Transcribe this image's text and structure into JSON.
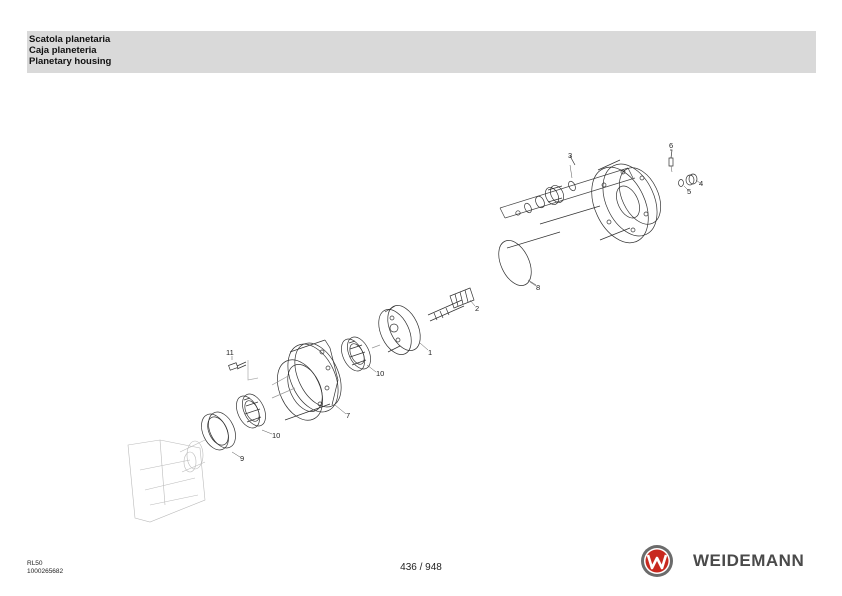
{
  "header": {
    "title_it": "Scatola planetaria",
    "title_es": "Caja planeteria",
    "title_en": "Planetary housing"
  },
  "callouts": [
    "1",
    "2",
    "3",
    "4",
    "5",
    "6",
    "7",
    "8",
    "9",
    "10",
    "10",
    "11"
  ],
  "footer": {
    "model": "RL50",
    "doc_number": "1000265682",
    "page": "436 / 948",
    "brand": "WEIDEMANN"
  },
  "colors": {
    "header_bg": "#d9d9d9",
    "logo_red": "#c8281e",
    "logo_grey": "#6b6b6b",
    "line": "#333333"
  }
}
